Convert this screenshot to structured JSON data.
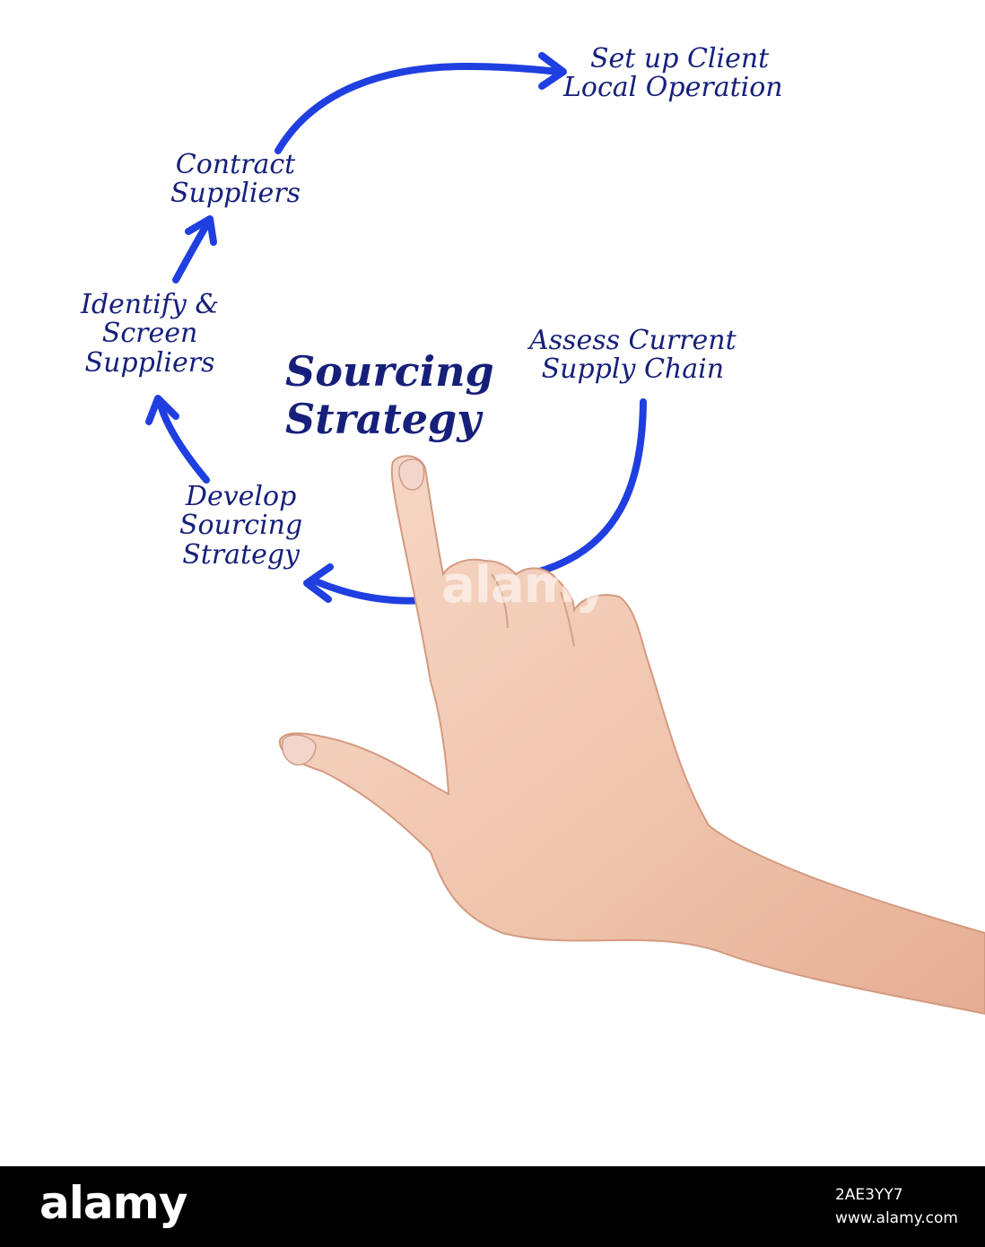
{
  "diagram": {
    "center_title_line1": "Sourcing",
    "center_title_line2": "Strategy",
    "steps": [
      {
        "line1": "Assess Current",
        "line2": "Supply Chain"
      },
      {
        "line1": "Develop",
        "line2": "Sourcing",
        "line3": "Strategy"
      },
      {
        "line1": "Identify &",
        "line2": "Screen",
        "line3": "Suppliers"
      },
      {
        "line1": "Contract",
        "line2": "Suppliers"
      },
      {
        "line1": "Set up Client",
        "line2": "Local Operation"
      }
    ],
    "arrow_color": "#1f3fe0",
    "text_color": "#16207a"
  },
  "watermark": "alamy",
  "footer": {
    "logo": "alamy",
    "image_id": "2AE3YY7",
    "site": "www.alamy.com"
  }
}
